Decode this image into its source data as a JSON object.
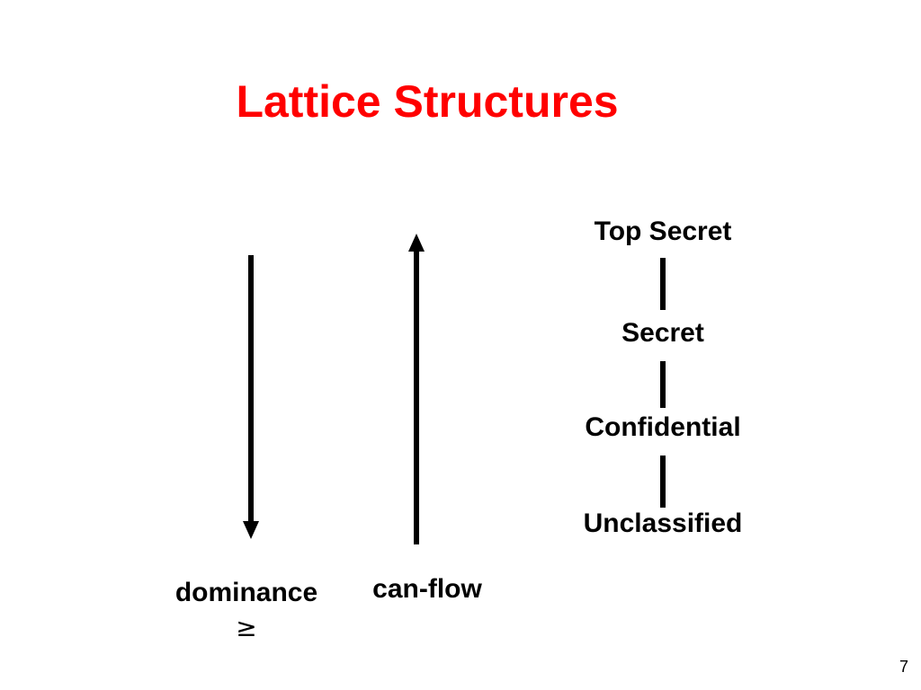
{
  "slide": {
    "title": "Lattice Structures",
    "page_number": "7",
    "title_color": "#ff0000"
  },
  "lattice": {
    "levels": [
      "Top Secret",
      "Secret",
      "Confidential",
      "Unclassified"
    ]
  },
  "arrows": {
    "dominance": {
      "label": "dominance",
      "symbol": "≥",
      "direction": "down"
    },
    "can_flow": {
      "label": "can-flow",
      "direction": "up"
    }
  }
}
